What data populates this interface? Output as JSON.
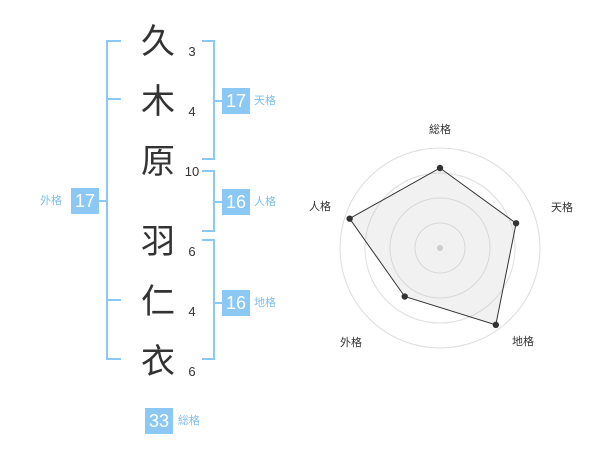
{
  "name": {
    "chars": [
      {
        "char": "久",
        "strokes": "3"
      },
      {
        "char": "木",
        "strokes": "4"
      },
      {
        "char": "原",
        "strokes": "10"
      },
      {
        "char": "羽",
        "strokes": "6"
      },
      {
        "char": "仁",
        "strokes": "4"
      },
      {
        "char": "衣",
        "strokes": "6"
      }
    ]
  },
  "fortunes": {
    "tenkaku": {
      "label": "天格",
      "value": "17"
    },
    "jinkaku": {
      "label": "人格",
      "value": "16"
    },
    "chikaku": {
      "label": "地格",
      "value": "16"
    },
    "gaikaku": {
      "label": "外格",
      "value": "17"
    },
    "soukaku": {
      "label": "総格",
      "value": "33"
    }
  },
  "colors": {
    "accent": "#8cc8f4",
    "accent_text": "#7dbfee",
    "bracket": "#8cc8f4",
    "text": "#333333"
  },
  "chart_data": {
    "type": "radar",
    "axes": [
      "総格",
      "天格",
      "地格",
      "外格",
      "人格"
    ],
    "values": [
      0.8,
      0.8,
      0.95,
      0.6,
      0.95
    ],
    "rings": 4,
    "grid": true
  }
}
